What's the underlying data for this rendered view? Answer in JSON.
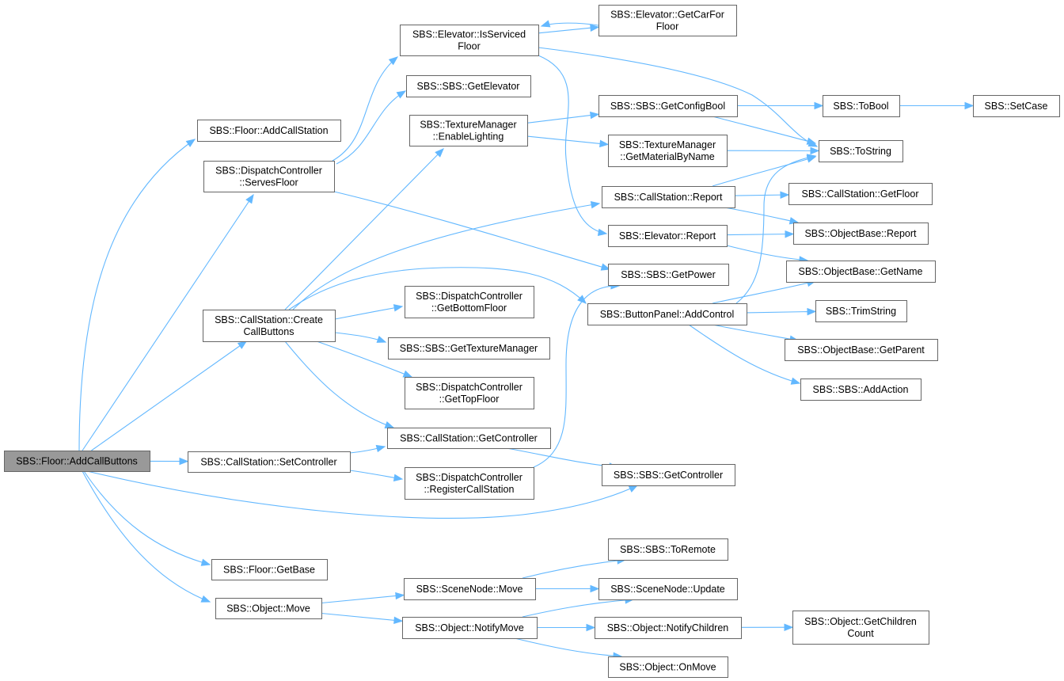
{
  "graph": {
    "root": "add_call_buttons",
    "nodes": [
      {
        "id": "add_call_buttons",
        "lines": [
          "SBS::Floor::AddCallButtons"
        ]
      },
      {
        "id": "floor_add_call_station",
        "lines": [
          "SBS::Floor::AddCallStation"
        ]
      },
      {
        "id": "dc_serves_floor",
        "lines": [
          "SBS::DispatchController",
          "::ServesFloor"
        ]
      },
      {
        "id": "cs_create_call_buttons",
        "lines": [
          "SBS::CallStation::Create",
          "CallButtons"
        ]
      },
      {
        "id": "cs_set_controller",
        "lines": [
          "SBS::CallStation::SetController"
        ]
      },
      {
        "id": "floor_get_base",
        "lines": [
          "SBS::Floor::GetBase"
        ]
      },
      {
        "id": "object_move",
        "lines": [
          "SBS::Object::Move"
        ]
      },
      {
        "id": "elevator_is_serviced_floor",
        "lines": [
          "SBS::Elevator::IsServiced",
          "Floor"
        ]
      },
      {
        "id": "sbs_get_elevator",
        "lines": [
          "SBS::SBS::GetElevator"
        ]
      },
      {
        "id": "tm_enable_lighting",
        "lines": [
          "SBS::TextureManager",
          "::EnableLighting"
        ]
      },
      {
        "id": "dc_get_bottom_floor",
        "lines": [
          "SBS::DispatchController",
          "::GetBottomFloor"
        ]
      },
      {
        "id": "sbs_get_texture_manager",
        "lines": [
          "SBS::SBS::GetTextureManager"
        ]
      },
      {
        "id": "dc_get_top_floor",
        "lines": [
          "SBS::DispatchController",
          "::GetTopFloor"
        ]
      },
      {
        "id": "cs_get_controller",
        "lines": [
          "SBS::CallStation::GetController"
        ]
      },
      {
        "id": "dc_register_call_station",
        "lines": [
          "SBS::DispatchController",
          "::RegisterCallStation"
        ]
      },
      {
        "id": "scenenode_move",
        "lines": [
          "SBS::SceneNode::Move"
        ]
      },
      {
        "id": "object_notify_move",
        "lines": [
          "SBS::Object::NotifyMove"
        ]
      },
      {
        "id": "elevator_get_car_for_floor",
        "lines": [
          "SBS::Elevator::GetCarFor",
          "Floor"
        ]
      },
      {
        "id": "sbs_get_config_bool",
        "lines": [
          "SBS::SBS::GetConfigBool"
        ]
      },
      {
        "id": "tm_get_material_by_name",
        "lines": [
          "SBS::TextureManager",
          "::GetMaterialByName"
        ]
      },
      {
        "id": "cs_report",
        "lines": [
          "SBS::CallStation::Report"
        ]
      },
      {
        "id": "elevator_report",
        "lines": [
          "SBS::Elevator::Report"
        ]
      },
      {
        "id": "sbs_get_power",
        "lines": [
          "SBS::SBS::GetPower"
        ]
      },
      {
        "id": "bp_add_control",
        "lines": [
          "SBS::ButtonPanel::AddControl"
        ]
      },
      {
        "id": "sbs_get_controller",
        "lines": [
          "SBS::SBS::GetController"
        ]
      },
      {
        "id": "sbs_to_remote",
        "lines": [
          "SBS::SBS::ToRemote"
        ]
      },
      {
        "id": "scenenode_update",
        "lines": [
          "SBS::SceneNode::Update"
        ]
      },
      {
        "id": "object_notify_children",
        "lines": [
          "SBS::Object::NotifyChildren"
        ]
      },
      {
        "id": "object_on_move",
        "lines": [
          "SBS::Object::OnMove"
        ]
      },
      {
        "id": "sbs_to_bool",
        "lines": [
          "SBS::ToBool"
        ]
      },
      {
        "id": "sbs_to_string",
        "lines": [
          "SBS::ToString"
        ]
      },
      {
        "id": "cs_get_floor",
        "lines": [
          "SBS::CallStation::GetFloor"
        ]
      },
      {
        "id": "objectbase_report",
        "lines": [
          "SBS::ObjectBase::Report"
        ]
      },
      {
        "id": "objectbase_get_name",
        "lines": [
          "SBS::ObjectBase::GetName"
        ]
      },
      {
        "id": "sbs_trim_string",
        "lines": [
          "SBS::TrimString"
        ]
      },
      {
        "id": "objectbase_get_parent",
        "lines": [
          "SBS::ObjectBase::GetParent"
        ]
      },
      {
        "id": "sbs_add_action",
        "lines": [
          "SBS::SBS::AddAction"
        ]
      },
      {
        "id": "object_get_children_count",
        "lines": [
          "SBS::Object::GetChildren",
          "Count"
        ]
      },
      {
        "id": "sbs_set_case",
        "lines": [
          "SBS::SetCase"
        ]
      }
    ],
    "edges": [
      [
        "add_call_buttons",
        "floor_add_call_station"
      ],
      [
        "add_call_buttons",
        "dc_serves_floor"
      ],
      [
        "add_call_buttons",
        "cs_create_call_buttons"
      ],
      [
        "add_call_buttons",
        "cs_set_controller"
      ],
      [
        "add_call_buttons",
        "sbs_get_controller"
      ],
      [
        "add_call_buttons",
        "floor_get_base"
      ],
      [
        "add_call_buttons",
        "object_move"
      ],
      [
        "dc_serves_floor",
        "elevator_is_serviced_floor"
      ],
      [
        "dc_serves_floor",
        "sbs_get_elevator"
      ],
      [
        "dc_serves_floor",
        "sbs_get_power"
      ],
      [
        "elevator_is_serviced_floor",
        "elevator_get_car_for_floor"
      ],
      [
        "elevator_is_serviced_floor",
        "elevator_report"
      ],
      [
        "elevator_is_serviced_floor",
        "sbs_to_string"
      ],
      [
        "elevator_get_car_for_floor",
        "elevator_is_serviced_floor"
      ],
      [
        "cs_create_call_buttons",
        "tm_enable_lighting"
      ],
      [
        "cs_create_call_buttons",
        "cs_report"
      ],
      [
        "cs_create_call_buttons",
        "bp_add_control"
      ],
      [
        "cs_create_call_buttons",
        "dc_get_bottom_floor"
      ],
      [
        "cs_create_call_buttons",
        "sbs_get_texture_manager"
      ],
      [
        "cs_create_call_buttons",
        "dc_get_top_floor"
      ],
      [
        "cs_create_call_buttons",
        "cs_get_controller"
      ],
      [
        "tm_enable_lighting",
        "sbs_get_config_bool"
      ],
      [
        "tm_enable_lighting",
        "tm_get_material_by_name"
      ],
      [
        "sbs_get_config_bool",
        "sbs_to_bool"
      ],
      [
        "sbs_get_config_bool",
        "sbs_to_string"
      ],
      [
        "sbs_to_bool",
        "sbs_set_case"
      ],
      [
        "tm_get_material_by_name",
        "sbs_to_string"
      ],
      [
        "cs_report",
        "sbs_to_string"
      ],
      [
        "cs_report",
        "cs_get_floor"
      ],
      [
        "cs_report",
        "objectbase_report"
      ],
      [
        "elevator_report",
        "objectbase_report"
      ],
      [
        "elevator_report",
        "objectbase_get_name"
      ],
      [
        "bp_add_control",
        "sbs_to_string"
      ],
      [
        "bp_add_control",
        "objectbase_get_name"
      ],
      [
        "bp_add_control",
        "sbs_trim_string"
      ],
      [
        "bp_add_control",
        "objectbase_get_parent"
      ],
      [
        "bp_add_control",
        "sbs_add_action"
      ],
      [
        "cs_set_controller",
        "cs_get_controller"
      ],
      [
        "cs_set_controller",
        "dc_register_call_station"
      ],
      [
        "cs_get_controller",
        "sbs_get_controller"
      ],
      [
        "dc_register_call_station",
        "sbs_get_power"
      ],
      [
        "object_move",
        "scenenode_move"
      ],
      [
        "object_move",
        "object_notify_move"
      ],
      [
        "scenenode_move",
        "sbs_to_remote"
      ],
      [
        "scenenode_move",
        "scenenode_update"
      ],
      [
        "object_notify_move",
        "scenenode_update"
      ],
      [
        "object_notify_move",
        "object_notify_children"
      ],
      [
        "object_notify_move",
        "object_on_move"
      ],
      [
        "object_notify_children",
        "object_get_children_count"
      ]
    ]
  },
  "colors": {
    "edge": "#63b8ff",
    "node_border": "#666666",
    "node_fill": "#ffffff",
    "root_fill": "#999999"
  }
}
